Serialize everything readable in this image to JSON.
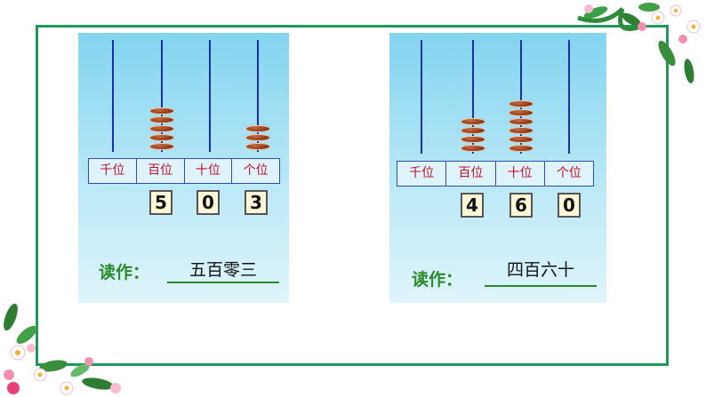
{
  "abacus_left": {
    "place_labels": [
      "千位",
      "百位",
      "十位",
      "个位"
    ],
    "beads": [
      0,
      5,
      0,
      3
    ],
    "digits": [
      "5",
      "0",
      "3"
    ],
    "read_label": "读作：",
    "read_answer": "五百零三"
  },
  "abacus_right": {
    "place_labels": [
      "千位",
      "百位",
      "十位",
      "个位"
    ],
    "beads": [
      0,
      4,
      6,
      0
    ],
    "digits": [
      "4",
      "6",
      "0"
    ],
    "read_label": "读作：",
    "read_answer": "四百六十"
  },
  "colors": {
    "frame": "#1e9a5a",
    "rod": "#1a2fb8",
    "bead": "#8f3a1a",
    "label_text": "#c0142d",
    "read_label": "#2a8a2a"
  }
}
